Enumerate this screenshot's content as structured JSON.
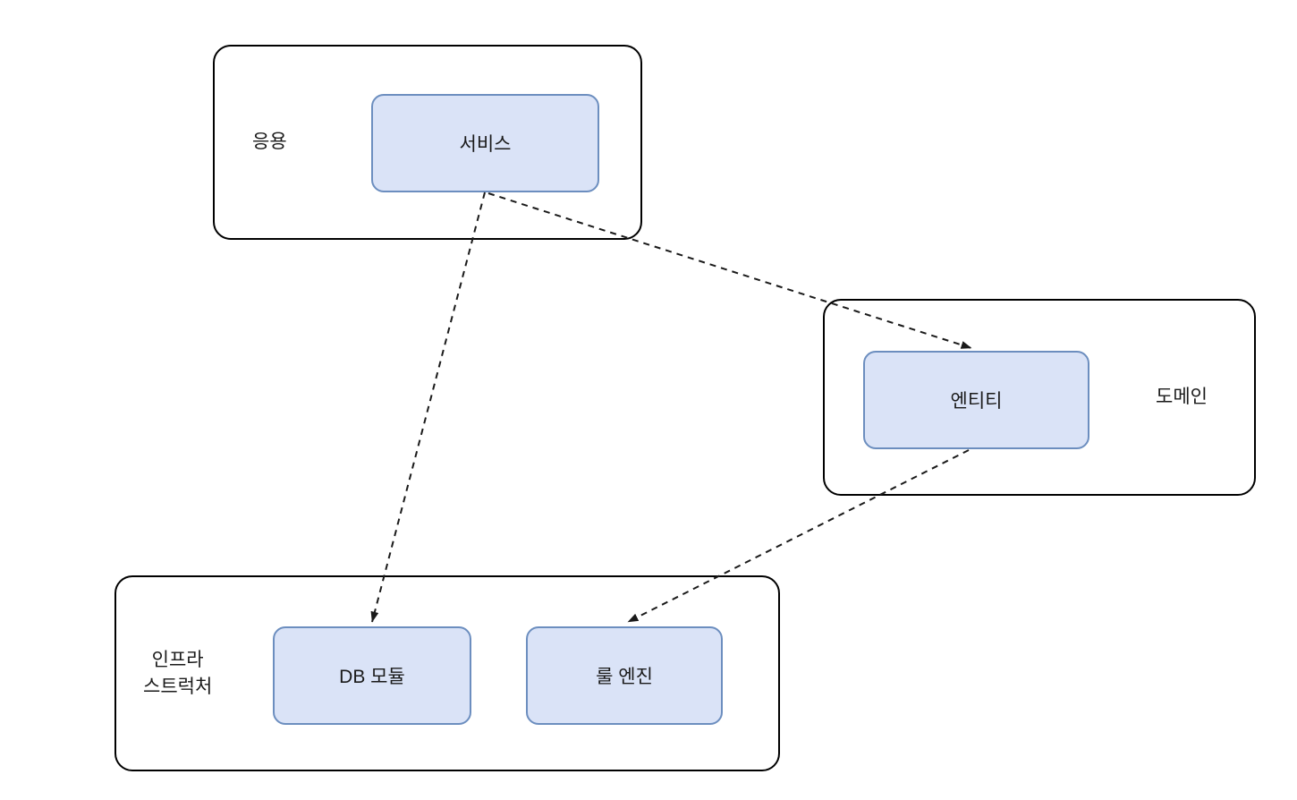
{
  "diagram": {
    "title": "layered-architecture-diagram",
    "colors": {
      "background": "#ffffff",
      "container_fill": "#ffffff",
      "container_border": "#000000",
      "node_fill": "#dae3f7",
      "node_border": "#6c8ebf",
      "edge": "#1a1a1a",
      "text": "#1a1a1a"
    },
    "containers": {
      "application": {
        "label": "응용"
      },
      "domain": {
        "label": "도메인"
      },
      "infrastructure": {
        "label_line1": "인프라",
        "label_line2": "스트럭처"
      }
    },
    "nodes": {
      "service": {
        "label": "서비스"
      },
      "entity": {
        "label": "엔티티"
      },
      "db_module": {
        "label": "DB 모듈"
      },
      "rule_engine": {
        "label": "룰 엔진"
      }
    },
    "edges": [
      {
        "from": "service",
        "to": "db_module",
        "style": "dashed",
        "arrow": "filled-triangle"
      },
      {
        "from": "service",
        "to": "entity",
        "style": "dashed",
        "arrow": "filled-triangle"
      },
      {
        "from": "entity",
        "to": "rule_engine",
        "style": "dashed",
        "arrow": "filled-triangle"
      }
    ]
  }
}
